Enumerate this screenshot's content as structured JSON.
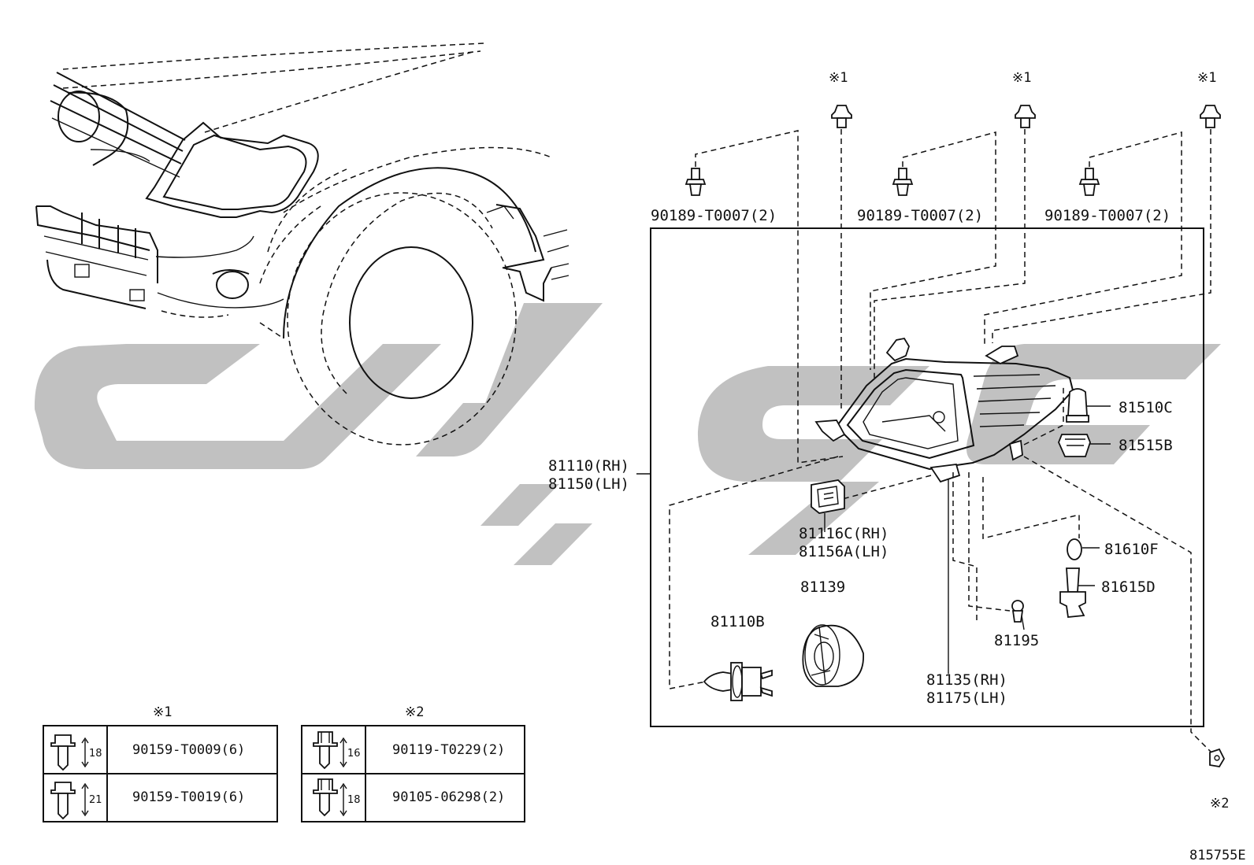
{
  "diagram": {
    "labels": {
      "clip_note_1": "※1",
      "clip_note_2": "※1",
      "clip_note_3": "※1",
      "clip_part_1": "90189-T0007(2)",
      "clip_part_2": "90189-T0007(2)",
      "clip_part_3": "90189-T0007(2)",
      "headlamp_rh": "81110(RH)",
      "headlamp_lh": "81150(LH)",
      "bracket_rh": "81116C(RH)",
      "bracket_lh": "81156A(LH)",
      "bulb": "81110B",
      "cover": "81139",
      "socket_rh": "81135(RH)",
      "socket_lh": "81175(LH)",
      "side_bulb": "81510C",
      "side_socket": "81515B",
      "small_bulb": "81610F",
      "small_socket": "81615D",
      "screw": "81195",
      "bottom_note": "※2",
      "figure_code": "815755E"
    },
    "tables": [
      {
        "title": "※1",
        "rows": [
          {
            "dim": "18",
            "part": "90159-T0009(6)"
          },
          {
            "dim": "21",
            "part": "90159-T0019(6)"
          }
        ]
      },
      {
        "title": "※2",
        "rows": [
          {
            "dim": "16",
            "part": "90119-T0229(2)"
          },
          {
            "dim": "18",
            "part": "90105-06298(2)"
          }
        ]
      }
    ]
  }
}
